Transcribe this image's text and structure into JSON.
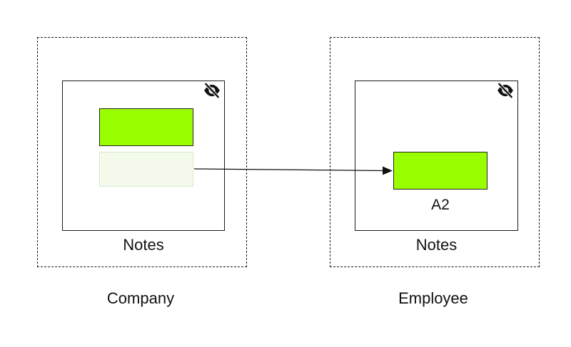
{
  "groups": [
    {
      "id": "company",
      "label": "Company",
      "card": {
        "label": "Notes",
        "hidden_icon": "eye-slash-icon",
        "blocks": [
          {
            "style": "solid",
            "color": "#99ff00",
            "label": ""
          },
          {
            "style": "faded",
            "color": "#f4fbec",
            "label": ""
          }
        ]
      }
    },
    {
      "id": "employee",
      "label": "Employee",
      "card": {
        "label": "Notes",
        "hidden_icon": "eye-slash-icon",
        "blocks": [
          {
            "style": "solid",
            "color": "#99ff00",
            "label": "A2"
          }
        ]
      }
    }
  ],
  "connector": {
    "from": "company.card.blocks.1",
    "to": "employee.card.blocks.0",
    "arrow": "end"
  },
  "colors": {
    "block_green": "#99ff00",
    "block_faded": "#f4fbec",
    "stroke": "#1a1a1a"
  }
}
